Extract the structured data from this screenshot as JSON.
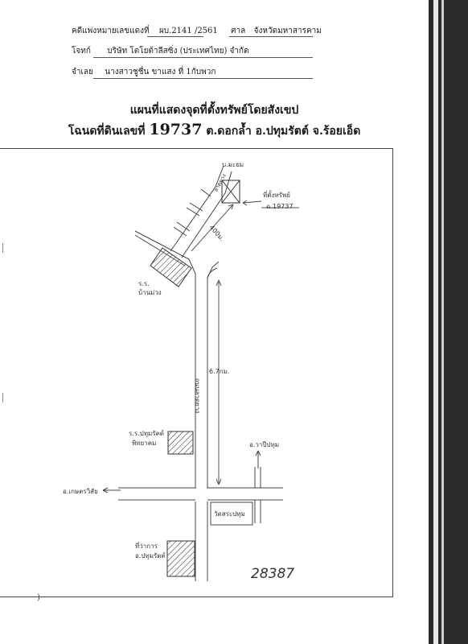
{
  "header": {
    "case_label": "คดีแพ่งหมายเลขแดงที่",
    "case_number": "ผบ.2141 /2561",
    "court_label": "ศาล",
    "court_name": "จังหวัดมหาสารคาม",
    "plaintiff_label": "โจทก์",
    "plaintiff_name": "บริษัท โตโยต้าลีสซิ่ง (ประเทศไทย) จำกัด",
    "defendant_label": "จำเลย",
    "defendant_name": "นางสาวชูชื่น ขาแสง ที่ 1กับพวก"
  },
  "title": {
    "line1": "แผนที่แสดงจุดที่ตั้งทรัพย์โดยสังเขป",
    "line2_prefix": "โฉนดที่ดินเลขที่",
    "deed_number": "19737",
    "line2_suffix": "ต.ดอกล้ำ อ.ปทุมรัตต์ จ.ร้อยเอ็ด"
  },
  "map_labels": {
    "village_mayom": "บ.มะยม",
    "property_location": "ที่ตั้งทรัพย์",
    "deed_ref": "ฉ.19737",
    "distance_400m": "400ม.",
    "school_ban_muang_1": "ร.ร.",
    "school_ban_muang_2": "บ้านม่วง",
    "paved_road_upper": "ลาดยาง",
    "distance_6_7km": "6.7กม.",
    "road_vertical": "ถนนลาดยาง",
    "school_pathum_1": "ร.ร.ปทุมรัตต์",
    "school_pathum_2": "พิทยาคม",
    "to_waphi_pathum": "อ.วาปีปทุม",
    "to_kaset_wisai": "อ.เกษตรวิสัย",
    "wat_sa_pathum": "วัดสระปทุม",
    "district_office_1": "ที่ว่าการ",
    "district_office_2": "อ.ปทุมรัตต์",
    "handwritten_number": "28387"
  },
  "stray_mark": ")"
}
